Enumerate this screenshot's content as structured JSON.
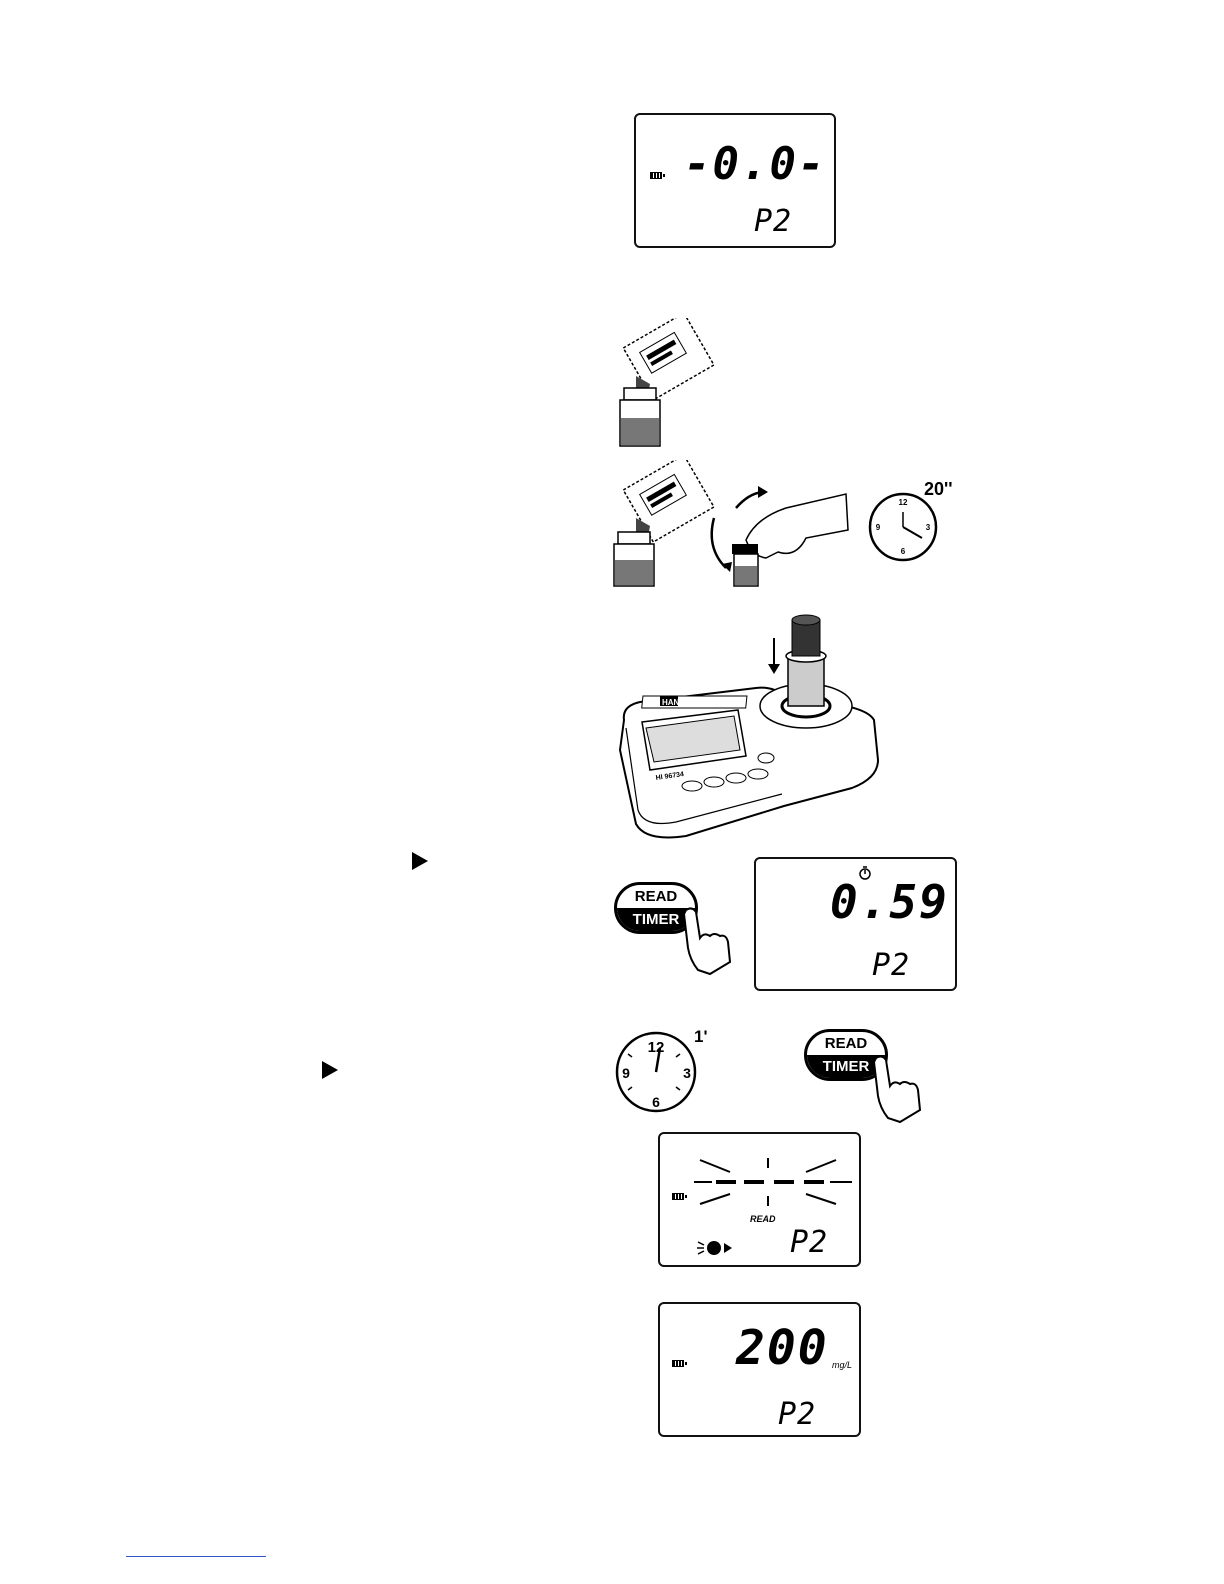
{
  "lcd1": {
    "reading": "-0.0-",
    "program": "P2"
  },
  "timer_label": "20''",
  "meter": {
    "brand": "HANNA",
    "model": "HI 96734"
  },
  "lcd_countdown": {
    "reading": "0.59",
    "program": "P2"
  },
  "read_timer_button": {
    "top_label": "READ",
    "bottom_label": "TIMER"
  },
  "clock_wait_label": "1'",
  "clock_numbers": {
    "twelve": "12",
    "three": "3",
    "six": "6",
    "nine": "9"
  },
  "lcd_reading": {
    "mode_label": "READ",
    "program": "P2"
  },
  "lcd_result": {
    "value": "200",
    "unit": "mg/L",
    "program": "P2"
  }
}
